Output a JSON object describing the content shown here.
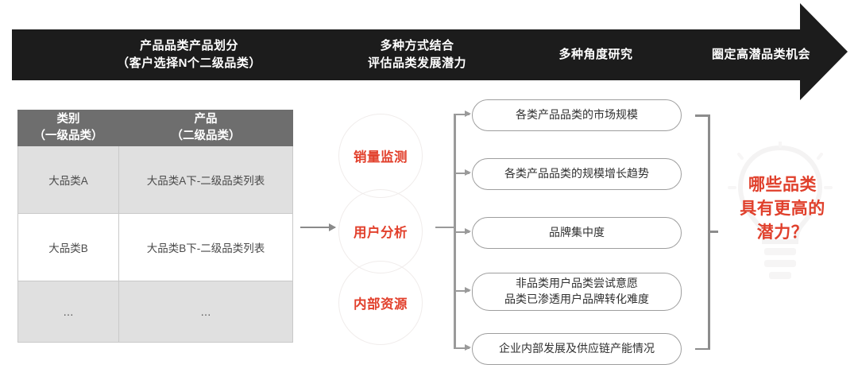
{
  "banner": {
    "steps": [
      {
        "lines": [
          "产品品类产品划分",
          "（客户选择N个二级品类）"
        ]
      },
      {
        "lines": [
          "多种方式结合",
          "评估品类发展潜力"
        ]
      },
      {
        "lines": [
          "多种角度研究"
        ]
      },
      {
        "lines": [
          "圈定高潜品类机会"
        ]
      }
    ],
    "bg_color": "#1c1c1c",
    "text_color": "#ffffff"
  },
  "table": {
    "headers": [
      {
        "line1": "类别",
        "line2": "（一级品类）"
      },
      {
        "line1": "产品",
        "line2": "（二级品类）"
      }
    ],
    "rows": [
      [
        "大品类A",
        "大品类A下-二级品类列表"
      ],
      [
        "大品类B",
        "大品类B下-二级品类列表"
      ],
      [
        "…",
        "…"
      ]
    ],
    "header_bg": "#6e6e6e",
    "alt_row_bg": "#e0e0e0",
    "border_color": "#c9c9c9"
  },
  "methods": {
    "accent_color": "#e2402c",
    "items": [
      {
        "label": "销量监测"
      },
      {
        "label": "用户分析"
      },
      {
        "label": "内部资源"
      }
    ]
  },
  "dimensions": {
    "items": [
      {
        "lines": [
          "各类产品品类的市场规模"
        ]
      },
      {
        "lines": [
          "各类产品品类的规模增长趋势"
        ]
      },
      {
        "lines": [
          "品牌集中度"
        ]
      },
      {
        "lines": [
          "非品类用户品类尝试意愿",
          "品类已渗透用户品牌转化难度"
        ]
      },
      {
        "lines": [
          "企业内部发展及供应链产能情况"
        ]
      }
    ],
    "border_color": "#9e9e9e"
  },
  "conclusion": {
    "lines": [
      "哪些品类",
      "具有更高的",
      "潜力？"
    ],
    "color": "#e0402c",
    "watermark_icon": "lightbulb-icon"
  }
}
